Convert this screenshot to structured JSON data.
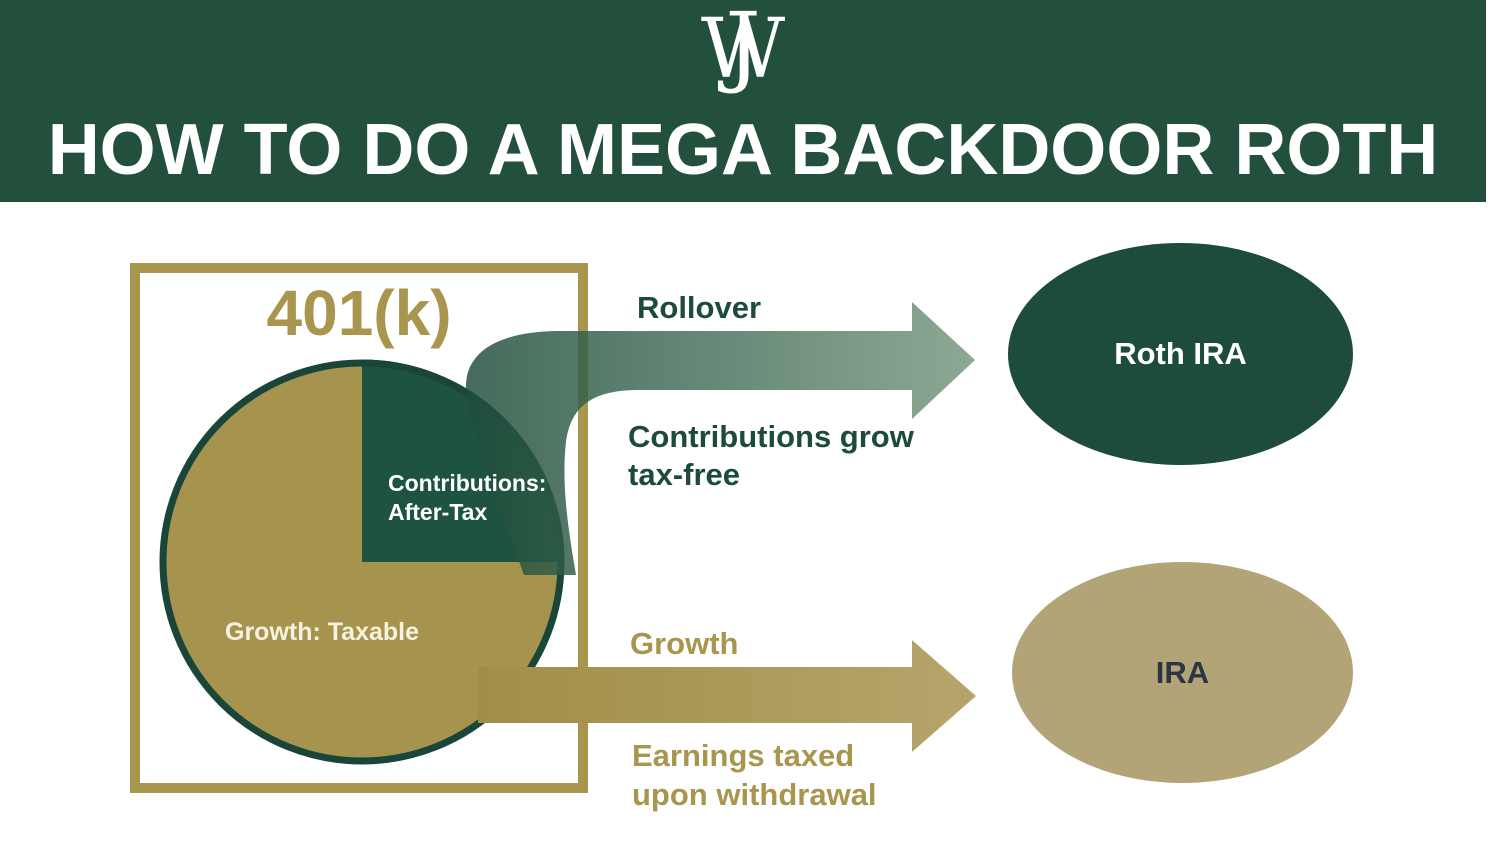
{
  "header": {
    "logo": {
      "letter_w": "W",
      "letter_j": "J"
    },
    "title": "HOW TO DO A MEGA BACKDOOR ROTH",
    "bg_color": "#234f3d"
  },
  "diagram": {
    "box_401k": {
      "label": "401(k)",
      "border_color": "#a8954e"
    },
    "pie": {
      "growth_slice": {
        "label": "Growth: Taxable",
        "color": "#a6944e",
        "fraction": 0.75
      },
      "contributions_slice": {
        "label": "Contributions: After-Tax",
        "color": "#1d5340",
        "fraction": 0.25
      },
      "outline_color": "#1a463a"
    },
    "rollover_arrow": {
      "label": "Rollover",
      "sublabel": "Contributions grow tax-free",
      "color_start": "#1e4d3b",
      "color_end": "#75977e"
    },
    "growth_arrow": {
      "label": "Growth",
      "sublabel": "Earnings taxed upon withdrawal",
      "color_start": "#a18e46",
      "color_end": "#b5a56c"
    },
    "roth_ira_ellipse": {
      "label": "Roth IRA",
      "color": "#1d4c3a"
    },
    "ira_ellipse": {
      "label": "IRA",
      "color": "#b3a478"
    }
  }
}
